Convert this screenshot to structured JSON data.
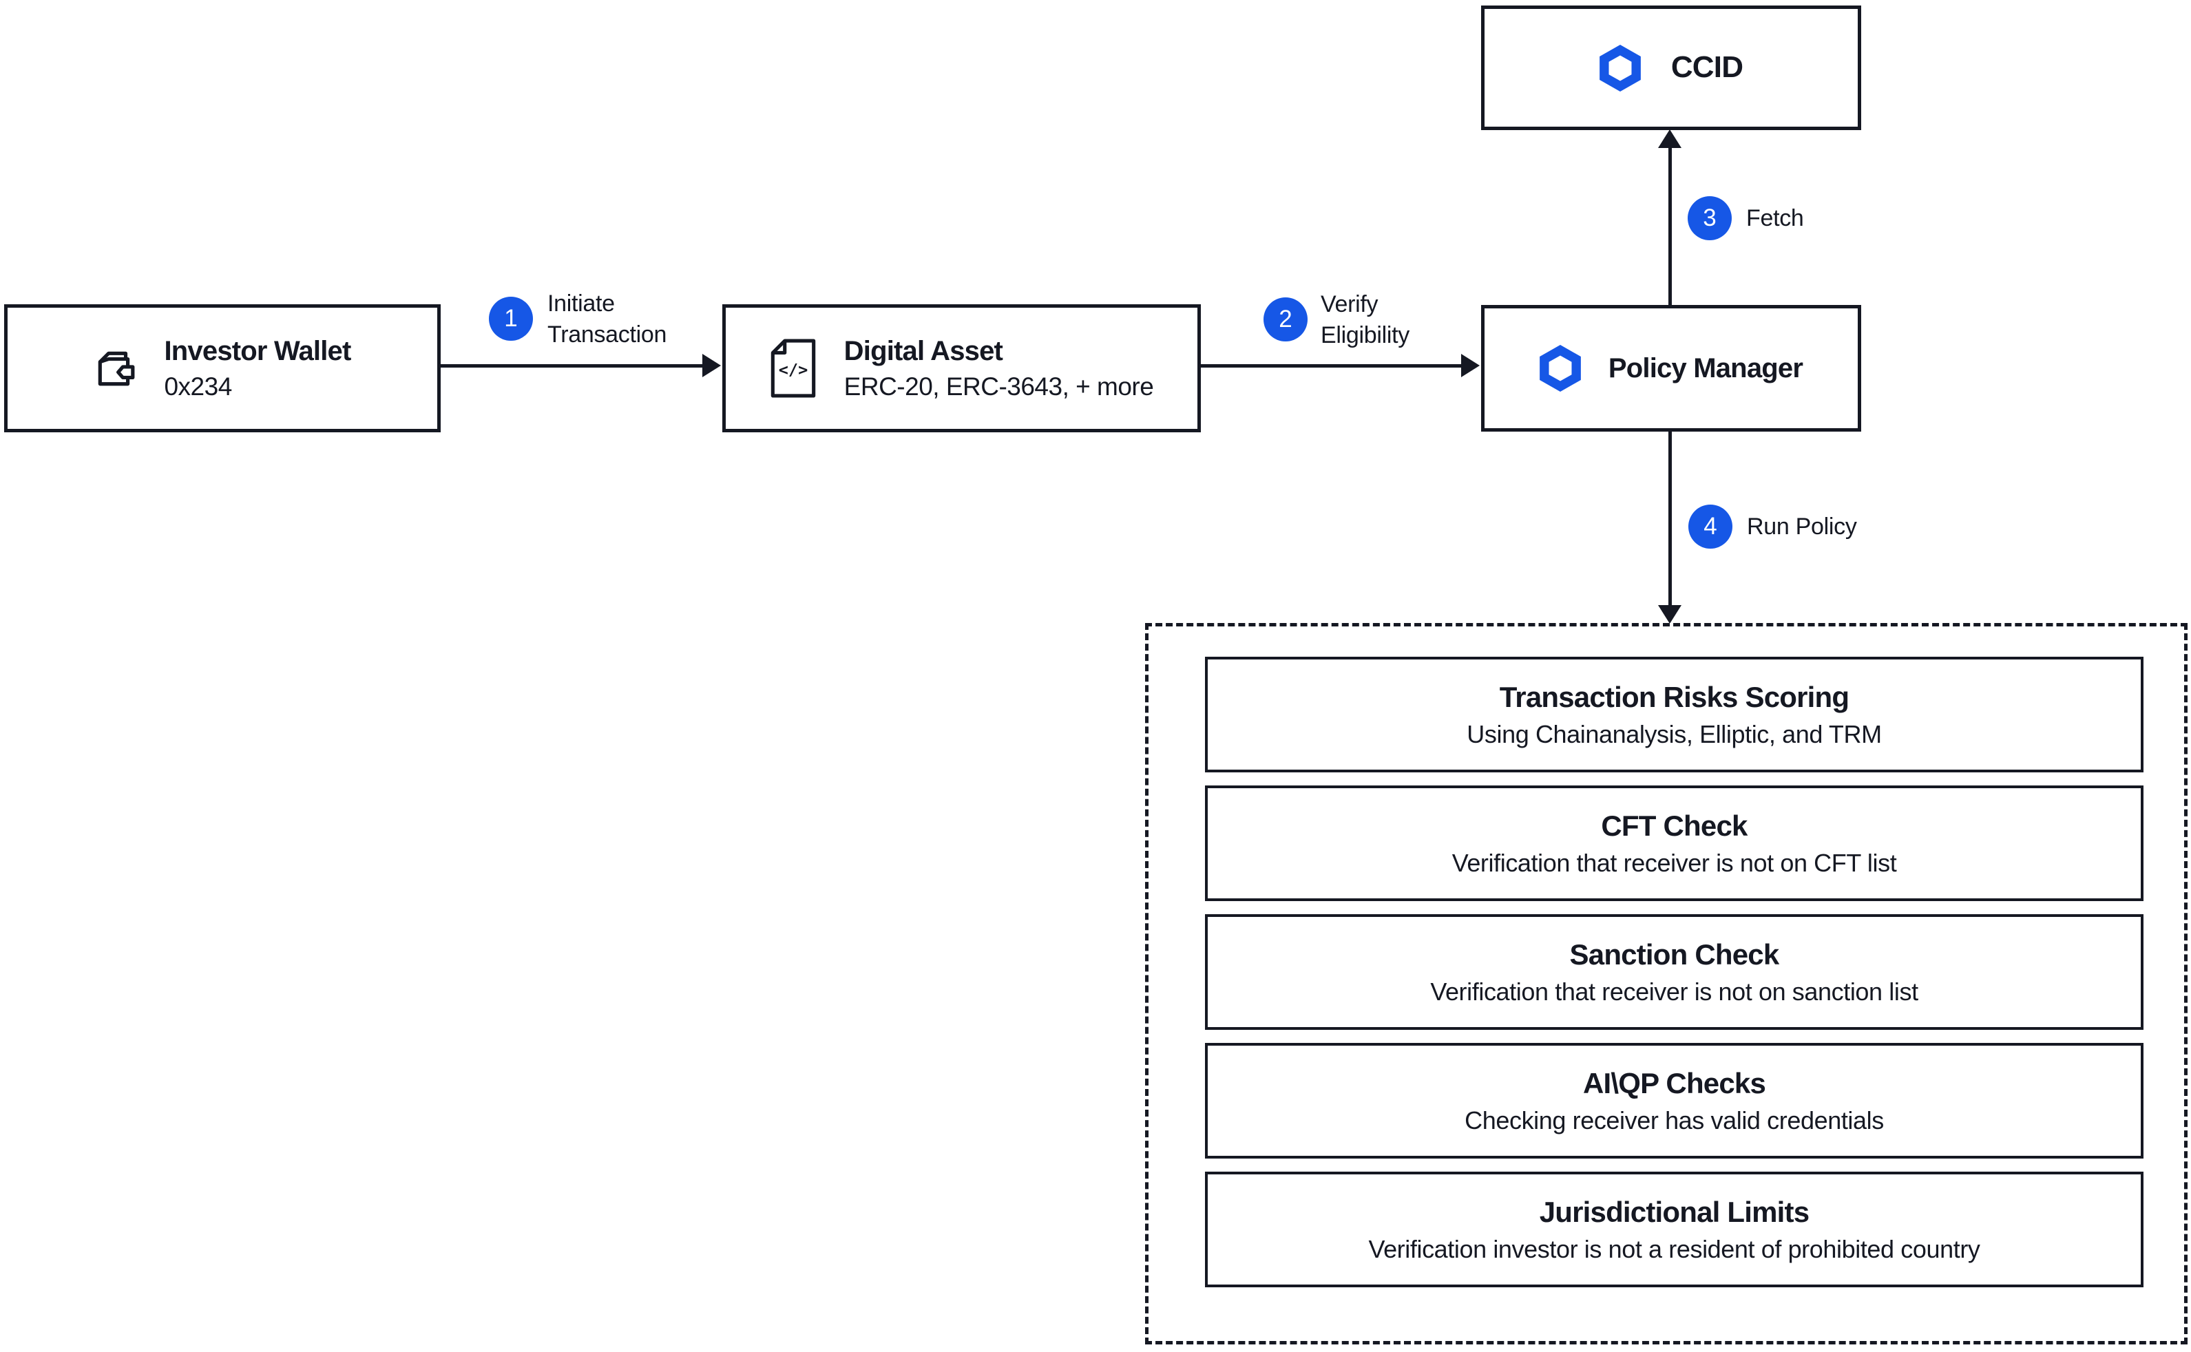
{
  "colors": {
    "accent": "#1657E6",
    "ink": "#151822"
  },
  "nodes": {
    "investor_wallet": {
      "title": "Investor Wallet",
      "subtitle": "0x234",
      "icon": "wallet-icon"
    },
    "digital_asset": {
      "title": "Digital Asset",
      "subtitle": "ERC-20, ERC-3643, + more",
      "icon": "code-document-icon"
    },
    "ccid": {
      "title": "CCID",
      "icon": "chainlink-hexagon-icon"
    },
    "policy_manager": {
      "title": "Policy Manager",
      "icon": "chainlink-hexagon-icon"
    }
  },
  "steps": [
    {
      "number": "1",
      "line1": "Initiate",
      "line2": "Transaction"
    },
    {
      "number": "2",
      "line1": "Verify",
      "line2": "Eligibility"
    },
    {
      "number": "3",
      "line1": "Fetch",
      "line2": ""
    },
    {
      "number": "4",
      "line1": "Run Policy",
      "line2": ""
    }
  ],
  "policy_checks": [
    {
      "title": "Transaction Risks Scoring",
      "subtitle": "Using Chainanalysis, Elliptic, and TRM"
    },
    {
      "title": "CFT Check",
      "subtitle": "Verification that receiver is not on CFT list"
    },
    {
      "title": "Sanction Check",
      "subtitle": "Verification that receiver is not on sanction list"
    },
    {
      "title": "AI\\QP Checks",
      "subtitle": "Checking receiver has valid credentials"
    },
    {
      "title": "Jurisdictional Limits",
      "subtitle": "Verification investor is not a resident of prohibited country"
    }
  ]
}
